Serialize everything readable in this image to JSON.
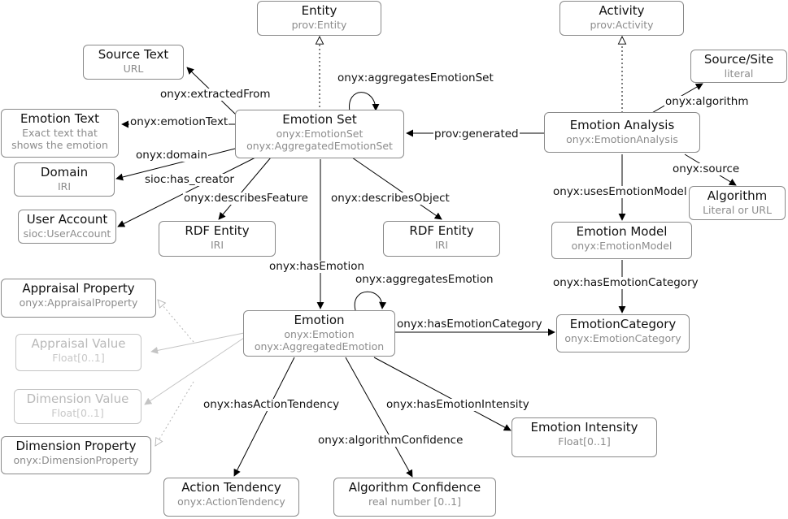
{
  "nodes": {
    "entity": {
      "title": "Entity",
      "sub": "prov:Entity"
    },
    "activity": {
      "title": "Activity",
      "sub": "prov:Activity"
    },
    "source_text": {
      "title": "Source Text",
      "sub": "URL"
    },
    "source_site": {
      "title": "Source/Site",
      "sub": "literal"
    },
    "emotion_text": {
      "title": "Emotion Text",
      "sub1": "Exact text that",
      "sub2": "shows the emotion"
    },
    "emotion_set": {
      "title": "Emotion Set",
      "sub1": "onyx:EmotionSet",
      "sub2": "onyx:AggregatedEmotionSet"
    },
    "emotion_analysis": {
      "title": "Emotion Analysis",
      "sub": "onyx:EmotionAnalysis"
    },
    "domain": {
      "title": "Domain",
      "sub": "IRI"
    },
    "algorithm": {
      "title": "Algorithm",
      "sub": "Literal or URL"
    },
    "user_account": {
      "title": "User Account",
      "sub": "sioc:UserAccount"
    },
    "rdf_entity_feature": {
      "title": "RDF Entity",
      "sub": "IRI"
    },
    "rdf_entity_object": {
      "title": "RDF Entity",
      "sub": "IRI"
    },
    "emotion_model": {
      "title": "Emotion Model",
      "sub": "onyx:EmotionModel"
    },
    "appraisal_property": {
      "title": "Appraisal Property",
      "sub": "onyx:AppraisalProperty"
    },
    "appraisal_value": {
      "title": "Appraisal Value",
      "sub": "Float[0..1]"
    },
    "emotion": {
      "title": "Emotion",
      "sub1": "onyx:Emotion",
      "sub2": "onyx:AggregatedEmotion"
    },
    "emotion_category": {
      "title": "EmotionCategory",
      "sub": "onyx:EmotionCategory"
    },
    "dimension_value": {
      "title": "Dimension Value",
      "sub": "Float[0..1]"
    },
    "dimension_property": {
      "title": "Dimension Property",
      "sub": "onyx:DimensionProperty"
    },
    "emotion_intensity": {
      "title": "Emotion Intensity",
      "sub": "Float[0..1]"
    },
    "action_tendency": {
      "title": "Action Tendency",
      "sub": "onyx:ActionTendency"
    },
    "algorithm_confidence": {
      "title": "Algorithm Confidence",
      "sub": "real number [0..1]"
    }
  },
  "edges": {
    "extracted_from": "onyx:extractedFrom",
    "aggregates_emotion_set": "onyx:aggregatesEmotionSet",
    "emotion_text": "onyx:emotionText",
    "domain": "onyx:domain",
    "has_creator": "sioc:has_creator",
    "describes_feature": "onyx:describesFeature",
    "describes_object": "onyx:describesObject",
    "has_emotion": "onyx:hasEmotion",
    "prov_generated": "prov:generated",
    "algorithm": "onyx:algorithm",
    "source": "onyx:source",
    "uses_emotion_model": "onyx:usesEmotionModel",
    "has_emotion_category_model": "onyx:hasEmotionCategory",
    "aggregates_emotion": "onyx:aggregatesEmotion",
    "has_emotion_category": "onyx:hasEmotionCategory",
    "has_action_tendency": "onyx:hasActionTendency",
    "has_emotion_intensity": "onyx:hasEmotionIntensity",
    "algorithm_confidence": "onyx:algorithmConfidence"
  },
  "colors": {
    "edge": "#000000",
    "faded_edge": "#bfbfbf",
    "border": "#8a8a8a",
    "subtitle": "#8c8c8c"
  }
}
